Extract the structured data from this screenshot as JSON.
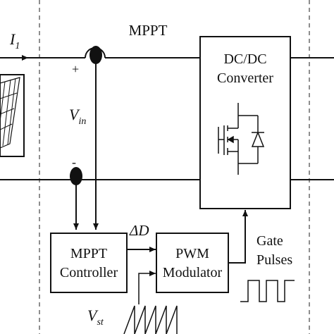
{
  "title": "MPPT",
  "current_label": {
    "symbol": "I",
    "subscript": "1"
  },
  "plus_sign": "+",
  "minus_sign": "-",
  "voltage_label": {
    "symbol": "V",
    "subscript": "in"
  },
  "converter": {
    "line1": "DC/DC",
    "line2": "Converter"
  },
  "controller": {
    "line1": "MPPT",
    "line2": "Controller"
  },
  "modulator": {
    "line1": "PWM",
    "line2": "Modulator"
  },
  "delta_label": "ΔD",
  "gate_label": {
    "line1": "Gate",
    "line2": "Pulses"
  },
  "sawtooth_label": {
    "symbol": "V",
    "subscript": "st"
  },
  "icons": [
    "solar-panel-icon",
    "mosfet-icon",
    "diode-icon",
    "gate-pulse-waveform-icon",
    "sawtooth-waveform-icon"
  ]
}
